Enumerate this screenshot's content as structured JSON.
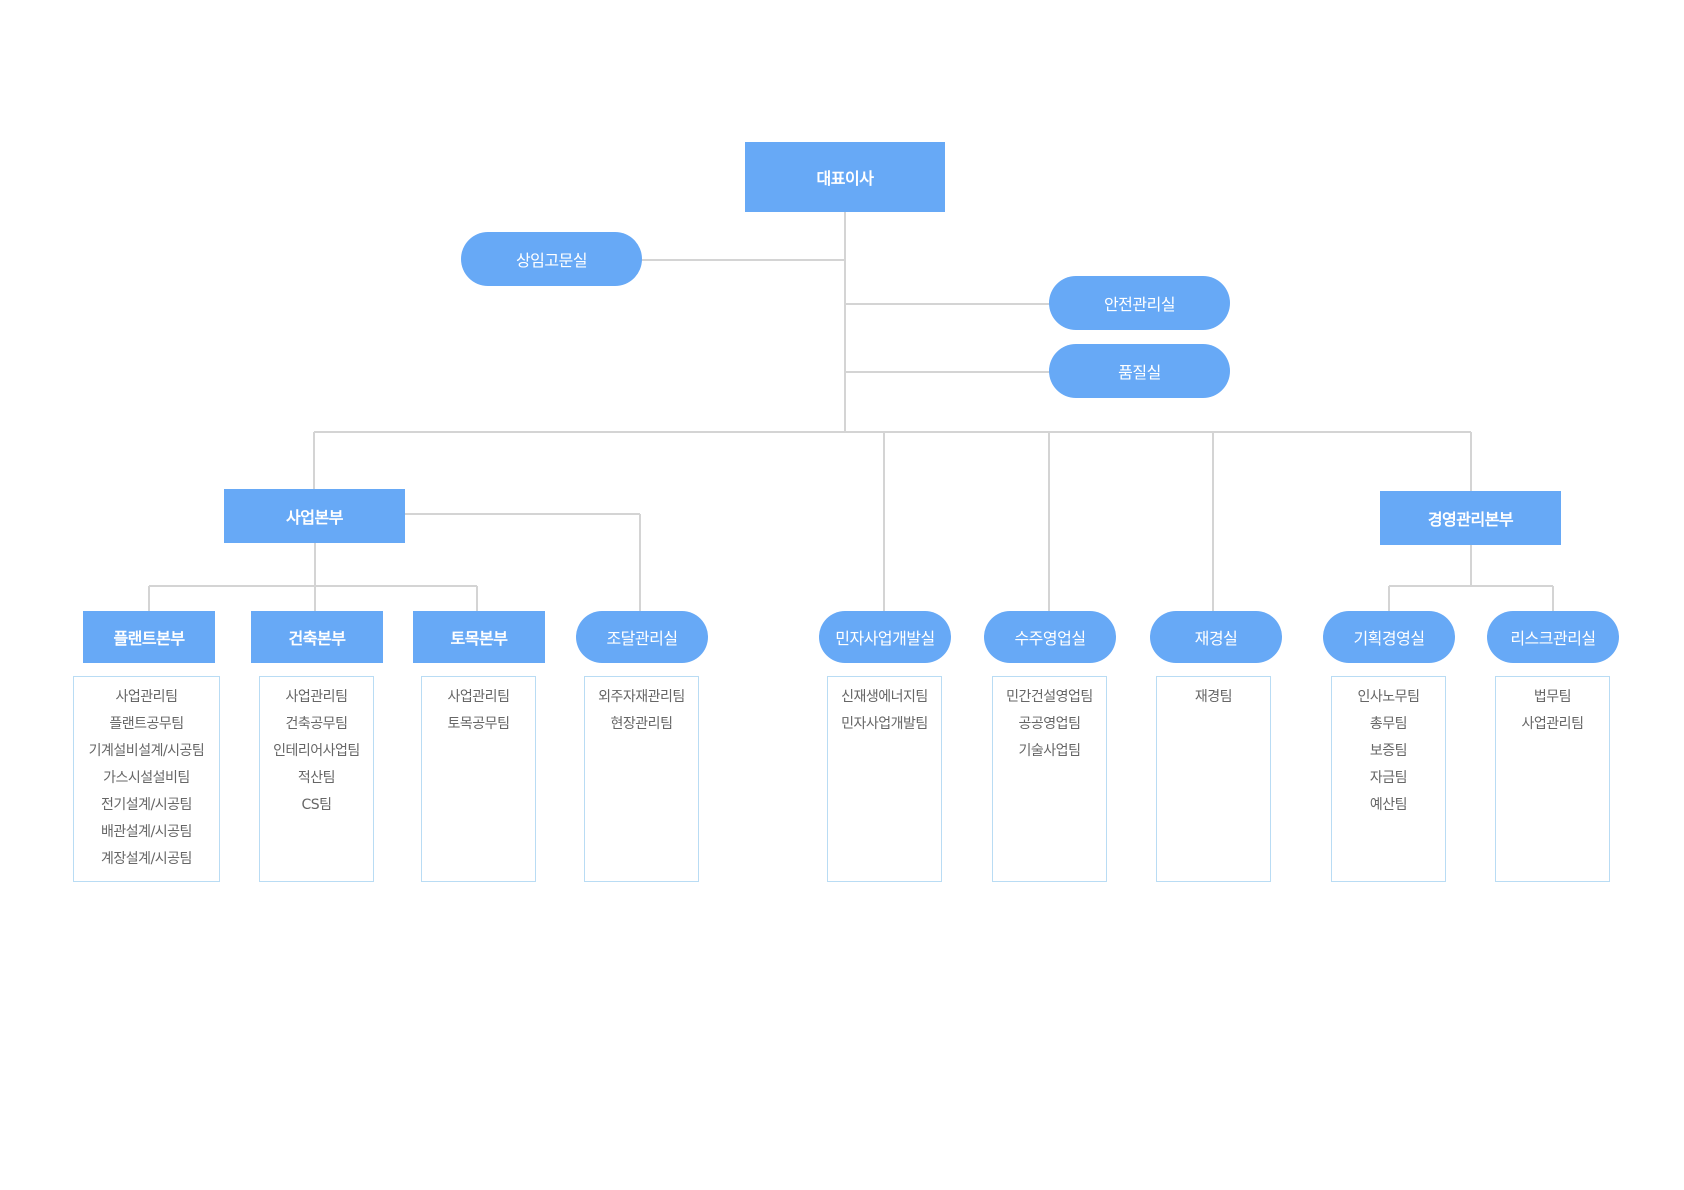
{
  "ceo": "대표이사",
  "staff_left": "상임고문실",
  "staff_right": [
    "안전관리실",
    "품질실"
  ],
  "divisions": [
    "사업본부",
    "경영관리본부"
  ],
  "units": [
    {
      "name": "플랜트본부",
      "teams": [
        "사업관리팀",
        "플랜트공무팀",
        "기계설비설계/시공팀",
        "가스시설설비팀",
        "전기설계/시공팀",
        "배관설계/시공팀",
        "계장설계/시공팀"
      ]
    },
    {
      "name": "건축본부",
      "teams": [
        "사업관리팀",
        "건축공무팀",
        "인테리어사업팀",
        "적산팀",
        "CS팀"
      ]
    },
    {
      "name": "토목본부",
      "teams": [
        "사업관리팀",
        "토목공무팀"
      ]
    },
    {
      "name": "조달관리실",
      "teams": [
        "외주자재관리팀",
        "현장관리팀"
      ]
    },
    {
      "name": "민자사업개발실",
      "teams": [
        "신재생에너지팀",
        "민자사업개발팀"
      ]
    },
    {
      "name": "수주영업실",
      "teams": [
        "민간건설영업팀",
        "공공영업팀",
        "기술사업팀"
      ]
    },
    {
      "name": "재경실",
      "teams": [
        "재경팀"
      ]
    },
    {
      "name": "기획경영실",
      "teams": [
        "인사노무팀",
        "총무팀",
        "보증팀",
        "자금팀",
        "예산팀"
      ]
    },
    {
      "name": "리스크관리실",
      "teams": [
        "법무팀",
        "사업관리팀"
      ]
    }
  ]
}
